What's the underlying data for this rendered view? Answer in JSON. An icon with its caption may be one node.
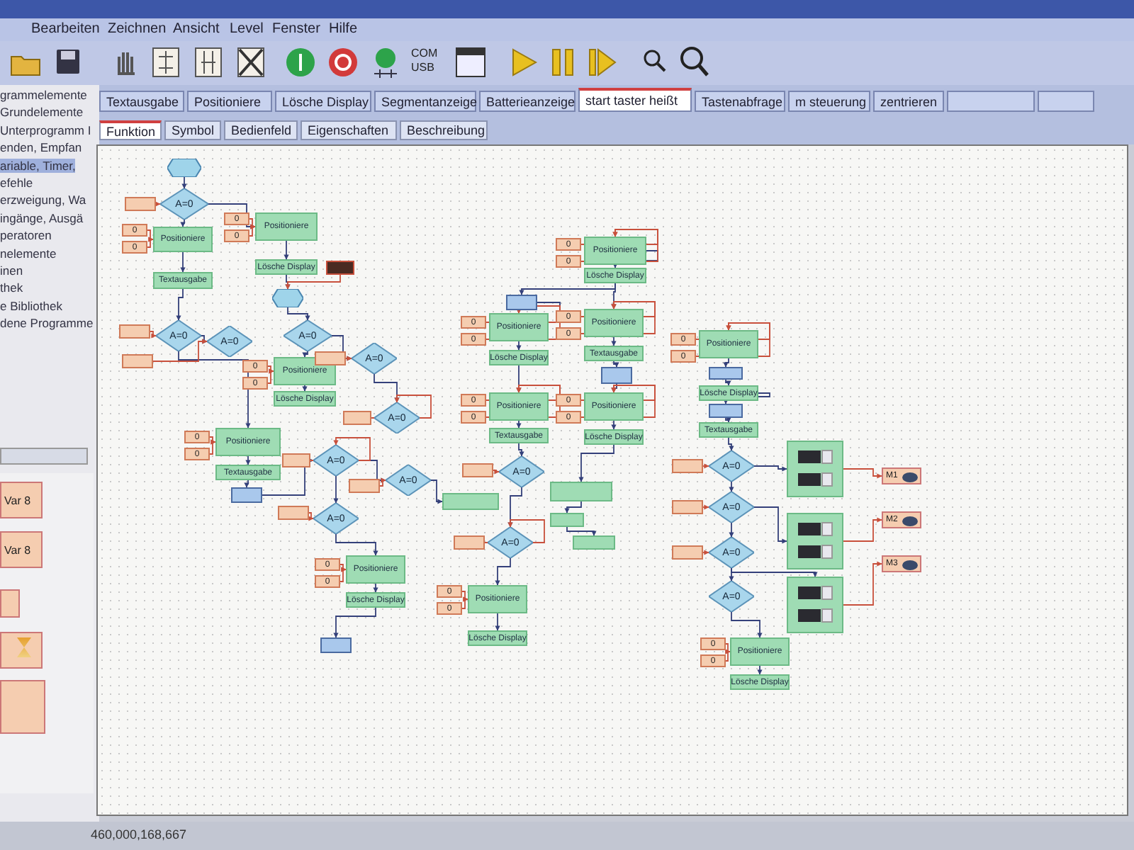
{
  "diagram": {
    "nodes": [
      {
        "text": [],
        "shape": "hexagon"
      },
      {
        "text": [
          "A=0"
        ]
      },
      {
        "text": [
          "Positioniere"
        ]
      },
      {
        "text": [
          "Textausgabe"
        ]
      },
      {
        "text": [
          "A=0"
        ]
      },
      {
        "text": [
          "A=0"
        ]
      },
      {
        "text": [
          "Positioniere"
        ]
      },
      {
        "text": [
          "Lösche Display"
        ]
      },
      {
        "text": [],
        "shape": "hexagon"
      },
      {
        "text": [
          "A=0"
        ]
      },
      {
        "text": [
          "A=0"
        ]
      },
      {
        "text": [
          "Positioniere"
        ]
      },
      {
        "text": [
          "Lösche Display"
        ]
      },
      {
        "text": [
          "A=0"
        ]
      },
      {
        "text": [
          "Positioniere"
        ]
      },
      {
        "text": [
          "Textausgabe"
        ]
      },
      {
        "text": [
          "A=0"
        ]
      },
      {
        "text": [
          "A=0"
        ]
      },
      {
        "text": [],
        "shape": "box"
      },
      {
        "text": [
          "A=0"
        ]
      },
      {
        "text": [
          "Positioniere"
        ]
      },
      {
        "text": [
          "Lösche Display"
        ]
      },
      {
        "text": [
          "Positioniere"
        ]
      },
      {
        "text": [
          "Lösche Display"
        ]
      },
      {
        "text": [
          "Positioniere"
        ]
      },
      {
        "text": [
          "Lösche Display"
        ]
      },
      {
        "text": [
          "Positioniere"
        ]
      },
      {
        "text": [
          "Textausgabe"
        ]
      },
      {
        "text": [
          "A=0"
        ]
      },
      {
        "text": [
          "Positioniere"
        ]
      },
      {
        "text": [
          "Textausgabe"
        ]
      },
      {
        "text": [
          "Positioniere"
        ]
      },
      {
        "text": [
          "Lösche Display"
        ]
      },
      {
        "text": [],
        "shape": "box"
      },
      {
        "text": [],
        "shape": "box"
      },
      {
        "text": [],
        "shape": "box"
      },
      {
        "text": [
          "A=0"
        ]
      },
      {
        "text": [
          "Positioniere"
        ]
      },
      {
        "text": [
          "Lösche Display"
        ]
      },
      {
        "text": [
          "Positioniere"
        ]
      },
      {
        "text": [
          "Lösche Display"
        ]
      },
      {
        "text": [
          "Textausgabe"
        ]
      },
      {
        "text": [
          "A=0"
        ]
      },
      {
        "text": [
          "A=0"
        ]
      },
      {
        "text": [
          "A=0"
        ]
      },
      {
        "text": [
          "A=0"
        ]
      },
      {
        "text": [],
        "shape": "box"
      },
      {
        "text": [],
        "shape": "box"
      },
      {
        "text": [],
        "shape": "box"
      },
      {
        "text": [
          "Positioniere"
        ]
      },
      {
        "text": [
          "Lösche Display"
        ]
      },
      {
        "text": [
          "M1"
        ]
      },
      {
        "text": [
          "M2"
        ]
      },
      {
        "text": [
          "M3"
        ]
      },
      {
        "text": [],
        "shape": "box"
      },
      {
        "text": [],
        "shape": "box"
      },
      {
        "text": [],
        "shape": "box"
      },
      {
        "text": [],
        "shape": "box"
      },
      {
        "text": [],
        "shape": "box"
      },
      {
        "text": [],
        "shape": "box"
      },
      {
        "text": [],
        "shape": "box"
      },
      {
        "text": [
          "0"
        ]
      },
      {
        "text": [
          "0"
        ]
      },
      {
        "text": [
          "0"
        ]
      },
      {
        "text": [
          "0"
        ]
      },
      {
        "text": [
          "0"
        ]
      },
      {
        "text": [
          "0"
        ]
      },
      {
        "text": [
          "0"
        ]
      },
      {
        "text": [
          "0"
        ]
      },
      {
        "text": [
          "0"
        ]
      },
      {
        "text": [
          "0"
        ]
      },
      {
        "text": [
          "0"
        ]
      },
      {
        "text": [
          "0"
        ]
      },
      {
        "text": [
          "0"
        ]
      },
      {
        "text": [
          "0"
        ]
      },
      {
        "text": [
          "0"
        ]
      },
      {
        "text": [
          "0"
        ]
      },
      {
        "text": [
          "0"
        ]
      },
      {
        "text": [
          "0"
        ]
      },
      {
        "text": [
          "0"
        ]
      },
      {
        "text": [
          "0"
        ]
      },
      {
        "text": [
          "0"
        ]
      },
      {
        "text": [
          "0"
        ]
      },
      {
        "text": [
          "0"
        ]
      },
      {
        "text": [
          "0"
        ]
      },
      {
        "text": [
          "0"
        ]
      },
      {
        "text": [
          "0"
        ]
      },
      {
        "text": [],
        "shape": "box"
      },
      {
        "text": [],
        "shape": "box"
      },
      {
        "text": [],
        "shape": "box"
      },
      {
        "text": [],
        "shape": "box"
      },
      {
        "text": [],
        "shape": "box"
      },
      {
        "text": [],
        "shape": "box"
      },
      {
        "text": [],
        "shape": "box"
      },
      {
        "text": [],
        "shape": "box"
      },
      {
        "text": [],
        "shape": "box"
      },
      {
        "text": [],
        "shape": "box"
      },
      {
        "text": [],
        "shape": "box"
      },
      {
        "text": [],
        "shape": "box"
      },
      {
        "text": [],
        "shape": "box"
      }
    ],
    "edges": [
      {
        "from": 0,
        "to": 1,
        "arrow": "to"
      },
      {
        "from": 1,
        "to": 2,
        "arrow": "to"
      },
      {
        "from": 2,
        "to": 3,
        "arrow": "to"
      },
      {
        "from": 3,
        "to": 4,
        "arrow": "to"
      },
      {
        "from": 4,
        "to": 5,
        "arrow": "to"
      },
      {
        "from": 1,
        "to": 6,
        "arrow": "to"
      },
      {
        "from": 6,
        "to": 7,
        "arrow": "to"
      },
      {
        "from": 7,
        "to": 8,
        "arrow": "to"
      },
      {
        "from": 8,
        "to": 9,
        "arrow": "to"
      },
      {
        "from": 9,
        "to": 10,
        "arrow": "to"
      },
      {
        "from": 9,
        "to": 11,
        "arrow": "to"
      },
      {
        "from": 11,
        "to": 12,
        "arrow": "to"
      },
      {
        "from": 10,
        "to": 13,
        "arrow": "to"
      },
      {
        "from": 4,
        "to": 14,
        "arrow": "to"
      },
      {
        "from": 14,
        "to": 15,
        "arrow": "to"
      },
      {
        "from": 15,
        "to": 58,
        "arrow": "to"
      },
      {
        "from": 58,
        "to": 16,
        "arrow": "to"
      },
      {
        "from": 16,
        "to": 17,
        "arrow": "to"
      },
      {
        "from": 17,
        "to": 18,
        "arrow": "to"
      },
      {
        "from": 16,
        "to": 19,
        "arrow": "to"
      },
      {
        "from": 19,
        "to": 20,
        "arrow": "to"
      },
      {
        "from": 20,
        "to": 21,
        "arrow": "to"
      },
      {
        "from": 21,
        "to": 59,
        "arrow": "to"
      },
      {
        "from": 22,
        "to": 23,
        "arrow": "to"
      },
      {
        "from": 23,
        "to": 54,
        "arrow": "to"
      },
      {
        "from": 54,
        "to": 24,
        "arrow": "to"
      },
      {
        "from": 24,
        "to": 25,
        "arrow": "to"
      },
      {
        "from": 25,
        "to": 26,
        "arrow": "to"
      },
      {
        "from": 26,
        "to": 27,
        "arrow": "to"
      },
      {
        "from": 27,
        "to": 28,
        "arrow": "to"
      },
      {
        "from": 23,
        "to": 29,
        "arrow": "to"
      },
      {
        "from": 29,
        "to": 30,
        "arrow": "to"
      },
      {
        "from": 30,
        "to": 55,
        "arrow": "to"
      },
      {
        "from": 55,
        "to": 31,
        "arrow": "to"
      },
      {
        "from": 31,
        "to": 32,
        "arrow": "to"
      },
      {
        "from": 32,
        "to": 33,
        "arrow": "to"
      },
      {
        "from": 33,
        "to": 34,
        "arrow": "to"
      },
      {
        "from": 34,
        "to": 35,
        "arrow": "to"
      },
      {
        "from": 28,
        "to": 36,
        "arrow": "to"
      },
      {
        "from": 36,
        "to": 37,
        "arrow": "to"
      },
      {
        "from": 37,
        "to": 38,
        "arrow": "to"
      },
      {
        "from": 39,
        "to": 56,
        "arrow": "to"
      },
      {
        "from": 56,
        "to": 40,
        "arrow": "to"
      },
      {
        "from": 40,
        "to": 57,
        "arrow": "to"
      },
      {
        "from": 57,
        "to": 41,
        "arrow": "to"
      },
      {
        "from": 41,
        "to": 42,
        "arrow": "to"
      },
      {
        "from": 42,
        "to": 43,
        "arrow": "to"
      },
      {
        "from": 43,
        "to": 44,
        "arrow": "to"
      },
      {
        "from": 44,
        "to": 45,
        "arrow": "to"
      },
      {
        "from": 45,
        "to": 49,
        "arrow": "to"
      },
      {
        "from": 49,
        "to": 50,
        "arrow": "to"
      },
      {
        "from": 42,
        "to": 46,
        "arrow": "to"
      },
      {
        "from": 43,
        "to": 47,
        "arrow": "to"
      },
      {
        "from": 44,
        "to": 48,
        "arrow": "to"
      },
      {
        "from": 46,
        "to": 51,
        "arrow": "to",
        "color": "#c8503c"
      },
      {
        "from": 47,
        "to": 52,
        "arrow": "to",
        "color": "#c8503c"
      },
      {
        "from": 48,
        "to": 53,
        "arrow": "to",
        "color": "#c8503c"
      },
      {
        "from": 60,
        "to": 8,
        "arrow": "to",
        "color": "#c8503c"
      },
      {
        "from": 61,
        "to": 2,
        "arrow": "to",
        "color": "#c8503c"
      },
      {
        "from": 62,
        "to": 2,
        "arrow": "to",
        "color": "#c8503c"
      },
      {
        "from": 63,
        "to": 6,
        "arrow": "to",
        "color": "#c8503c"
      },
      {
        "from": 64,
        "to": 6,
        "arrow": "to",
        "color": "#c8503c"
      },
      {
        "from": 65,
        "to": 11,
        "arrow": "to",
        "color": "#c8503c"
      },
      {
        "from": 66,
        "to": 11,
        "arrow": "to",
        "color": "#c8503c"
      },
      {
        "from": 67,
        "to": 14,
        "arrow": "to",
        "color": "#c8503c"
      },
      {
        "from": 68,
        "to": 14,
        "arrow": "to",
        "color": "#c8503c"
      },
      {
        "from": 69,
        "to": 20,
        "arrow": "to",
        "color": "#c8503c"
      },
      {
        "from": 70,
        "to": 20,
        "arrow": "to",
        "color": "#c8503c"
      },
      {
        "from": 71,
        "to": 22,
        "arrow": "to",
        "color": "#c8503c"
      },
      {
        "from": 72,
        "to": 22,
        "arrow": "to",
        "color": "#c8503c"
      },
      {
        "from": 73,
        "to": 24,
        "arrow": "to",
        "color": "#c8503c"
      },
      {
        "from": 74,
        "to": 24,
        "arrow": "to",
        "color": "#c8503c"
      },
      {
        "from": 75,
        "to": 26,
        "arrow": "to",
        "color": "#c8503c"
      },
      {
        "from": 76,
        "to": 26,
        "arrow": "to",
        "color": "#c8503c"
      },
      {
        "from": 77,
        "to": 29,
        "arrow": "to",
        "color": "#c8503c"
      },
      {
        "from": 78,
        "to": 29,
        "arrow": "to",
        "color": "#c8503c"
      },
      {
        "from": 79,
        "to": 31,
        "arrow": "to",
        "color": "#c8503c"
      },
      {
        "from": 80,
        "to": 31,
        "arrow": "to",
        "color": "#c8503c"
      },
      {
        "from": 81,
        "to": 37,
        "arrow": "to",
        "color": "#c8503c"
      },
      {
        "from": 82,
        "to": 37,
        "arrow": "to",
        "color": "#c8503c"
      },
      {
        "from": 83,
        "to": 39,
        "arrow": "to",
        "color": "#c8503c"
      },
      {
        "from": 84,
        "to": 39,
        "arrow": "to",
        "color": "#c8503c"
      },
      {
        "from": 85,
        "to": 49,
        "arrow": "to",
        "color": "#c8503c"
      },
      {
        "from": 86,
        "to": 49,
        "arrow": "to",
        "color": "#c8503c"
      },
      {
        "from": 87,
        "to": 1,
        "arrow": "to",
        "color": "#c8503c"
      },
      {
        "from": 88,
        "to": 4,
        "arrow": "to",
        "color": "#c8503c"
      },
      {
        "from": 89,
        "to": 5,
        "arrow": "to",
        "color": "#c8503c"
      },
      {
        "from": 90,
        "to": 10,
        "arrow": "to",
        "color": "#c8503c"
      },
      {
        "from": 91,
        "to": 13,
        "arrow": "to",
        "color": "#c8503c"
      },
      {
        "from": 92,
        "to": 16,
        "arrow": "to",
        "color": "#c8503c"
      },
      {
        "from": 93,
        "to": 17,
        "arrow": "to",
        "color": "#c8503c"
      },
      {
        "from": 94,
        "to": 19,
        "arrow": "to",
        "color": "#c8503c"
      },
      {
        "from": 95,
        "to": 28,
        "arrow": "to",
        "color": "#c8503c"
      },
      {
        "from": 96,
        "to": 36,
        "arrow": "to",
        "color": "#c8503c"
      },
      {
        "from": 97,
        "to": 42,
        "arrow": "to",
        "color": "#c8503c"
      },
      {
        "from": 98,
        "to": 43,
        "arrow": "to",
        "color": "#c8503c"
      },
      {
        "from": 99,
        "to": 44,
        "arrow": "to",
        "color": "#c8503c"
      }
    ],
    "labels": [
      "Bearbeiten",
      "Zeichnen",
      "Ansicht",
      "Level",
      "Fenster",
      "Hilfe",
      "COM",
      "USB",
      "Textausgabe",
      "Positioniere",
      "Lösche Display",
      "Segmentanzeige",
      "Batterieanzeige",
      "start taster heißt",
      "Tastenabfrage",
      "m steuerung",
      "zentrieren",
      "Funktion",
      "Symbol",
      "Bedienfeld",
      "Eigenschaften",
      "Beschreibung",
      "grammelemente",
      "Grundelemente",
      "Unterprogramm I",
      "enden, Empfan",
      "ariable, Timer,",
      "efehle",
      "erzweigung, Wa",
      "ingänge, Ausgä",
      "peratoren",
      "nelemente",
      "inen",
      "thek",
      "e Bibliothek",
      "dene Programme",
      "Var 8",
      "Var 8",
      "460,000,168,667"
    ]
  }
}
